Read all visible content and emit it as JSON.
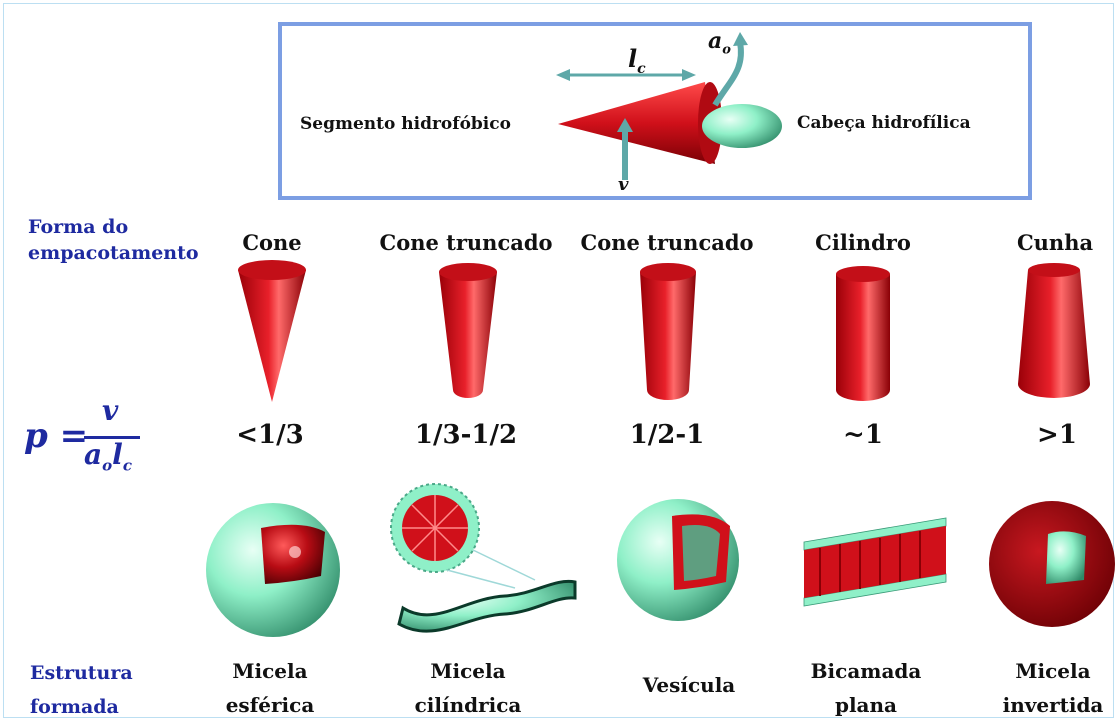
{
  "top": {
    "left_label": "Segmento hidrofóbico",
    "right_label": "Cabeça hidrofílica",
    "lc_label": "l",
    "lc_sub": "c",
    "ao_label": "a",
    "ao_sub": "o",
    "v_label": "v"
  },
  "rows": {
    "shape_row_label_1": "Forma do",
    "shape_row_label_2": "empacotamento",
    "structure_row_label_1": "Estrutura",
    "structure_row_label_2": "formada"
  },
  "formula": {
    "p": "p =",
    "numerator": "v",
    "den_a": "a",
    "den_o": "o",
    "den_l": "l",
    "den_c": "c"
  },
  "columns": [
    {
      "shape": "Cone",
      "ratio": "<1/3",
      "structure_1": "Micela",
      "structure_2": "esférica"
    },
    {
      "shape": "Cone truncado",
      "ratio": "1/3-1/2",
      "structure_1": "Micela",
      "structure_2": "cilíndrica"
    },
    {
      "shape": "Cone truncado",
      "ratio": "1/2-1",
      "structure_1": "Vesícula",
      "structure_2": ""
    },
    {
      "shape": "Cilindro",
      "ratio": "~1",
      "structure_1": "Bicamada",
      "structure_2": "plana"
    },
    {
      "shape": "Cunha",
      "ratio": ">1",
      "structure_1": "Micela",
      "structure_2": "invertida"
    }
  ],
  "colors": {
    "hydrophobic_red": "#d0101a",
    "hydrophilic_green": "#8ff0c8",
    "arrow_teal": "#5ea8a8",
    "box_border": "#7c9ee3",
    "row_label_blue": "#1e2aa0"
  }
}
